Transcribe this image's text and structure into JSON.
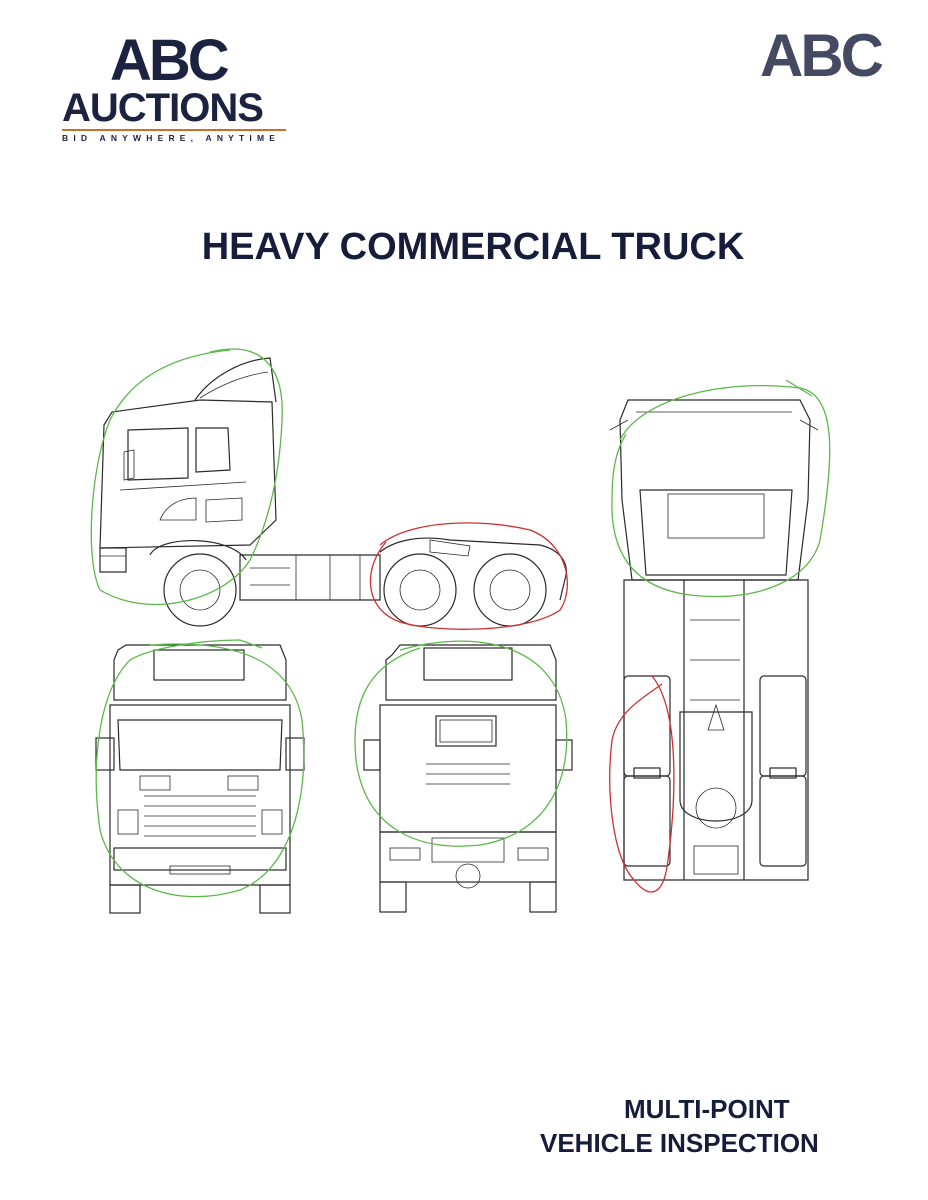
{
  "logo_left": {
    "brand_top": "ABC",
    "brand_bottom": "AUCTIONS",
    "tagline": "BID ANYWHERE, ANYTIME",
    "accent_color": "#c8702c",
    "text_color": "#1c2340"
  },
  "logo_right": {
    "brand": "ABC",
    "color": "#454a63"
  },
  "title": "HEAVY COMMERCIAL TRUCK",
  "footer": {
    "line1": "MULTI-POINT",
    "line2": "VEHICLE INSPECTION"
  },
  "markings": {
    "green_color": "#5cb84a",
    "red_color": "#d03030"
  }
}
